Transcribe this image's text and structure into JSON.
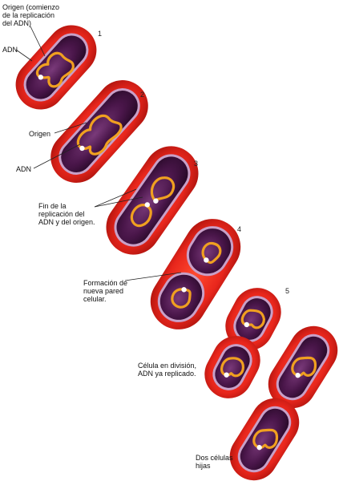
{
  "labels": {
    "origin_start": "Origen (comienzo\nde la replicación\ndel ADN)",
    "adn_1": "ADN",
    "origin_2": "Origen",
    "adn_2": "ADN",
    "end_replication": "Fin de la\nreplicación del\nADN y del origen.",
    "new_wall": "Formación de\nnueva pared\ncelular.",
    "dividing_cell": "Célula en división,\nADN ya replicado.",
    "daughter_cells": "Dos células\nhijas"
  },
  "steps": [
    "1",
    "2",
    "3",
    "4",
    "5"
  ],
  "colors": {
    "capsule": "#e8261c",
    "capsule_dark": "#b0140e",
    "wall": "#c8a0c8",
    "cytoplasm": "#3a0d3a",
    "cytoplasm_light": "#6a2a6a",
    "dna": "#f0a020",
    "origin": "#ffffff",
    "leader": "#222222"
  }
}
